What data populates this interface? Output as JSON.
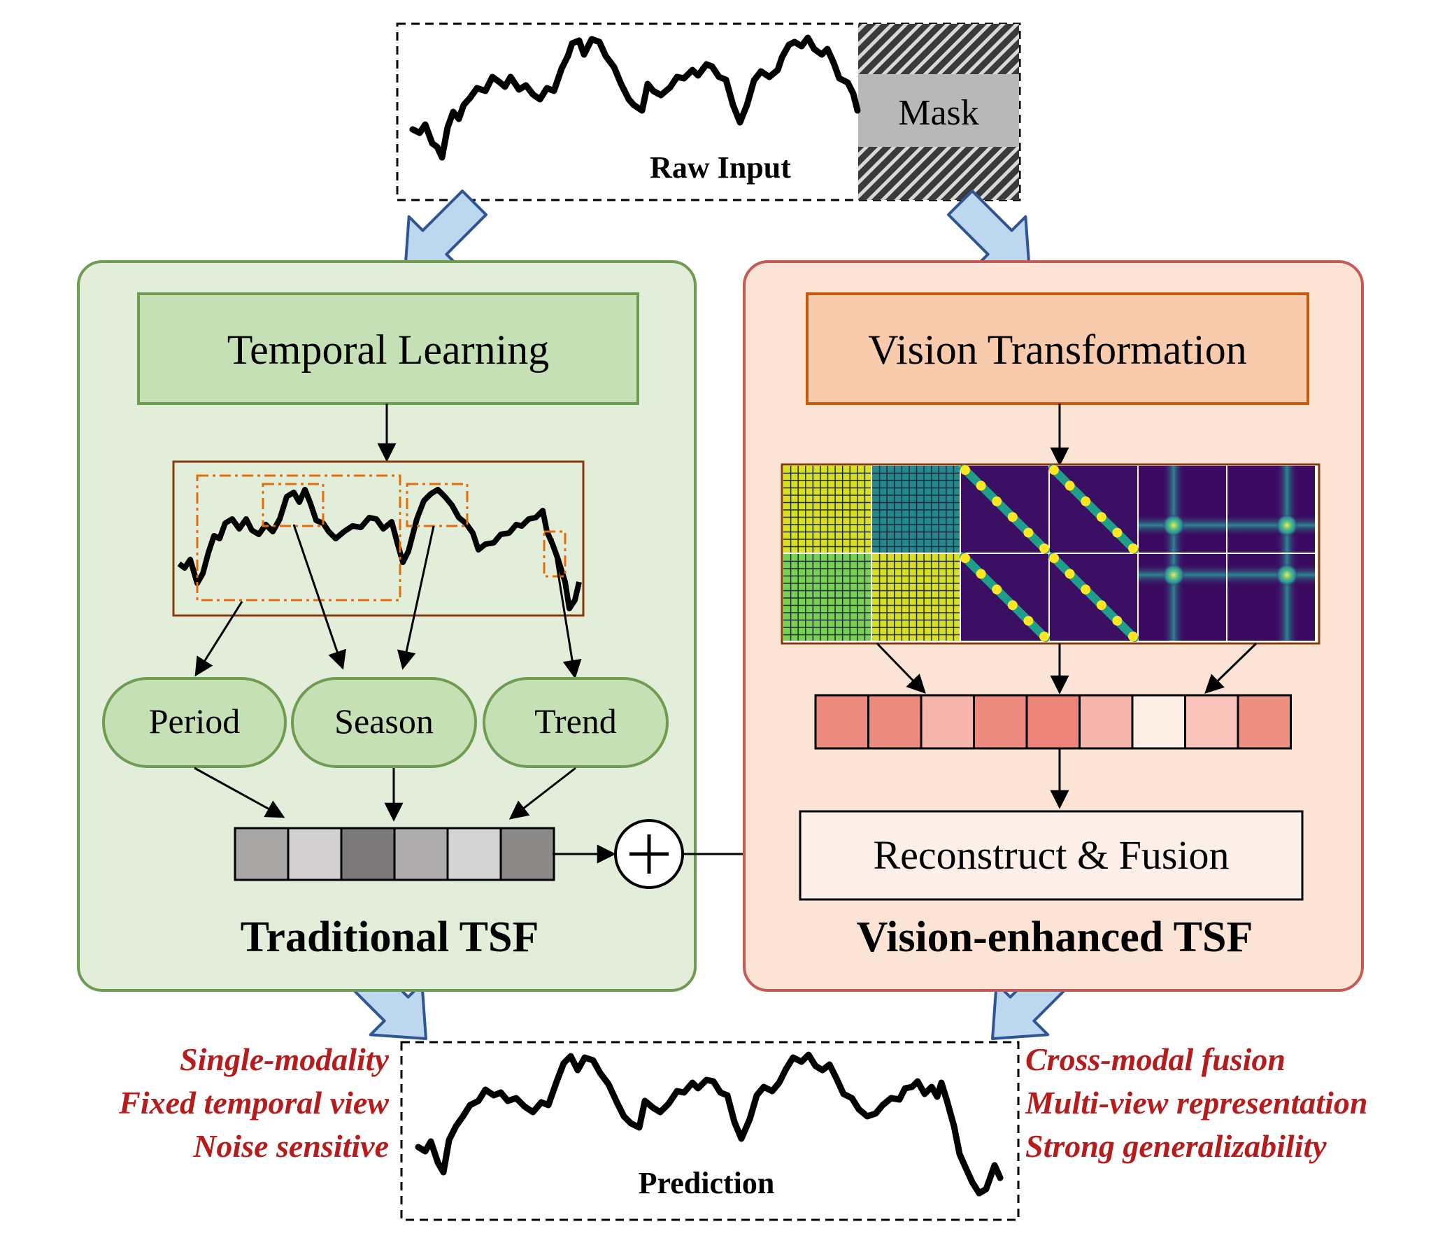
{
  "raw_input": {
    "label": "Raw Input",
    "mask_label": "Mask"
  },
  "traditional": {
    "stage_label": "Temporal Learning",
    "components": [
      "Period",
      "Season",
      "Trend"
    ],
    "title": "Traditional TSF",
    "feature_colors": [
      "#a9a6a6",
      "#d2d0d1",
      "#7c7a7b",
      "#aeacad",
      "#d5d4d4",
      "#8b8a89"
    ],
    "panel_color": "#e2eed9",
    "panel_border": "#6f9b52",
    "stage_color": "#c5e0b4"
  },
  "vision": {
    "stage_label": "Vision Transformation",
    "title": "Vision-enhanced TSF",
    "fusion_label": "Reconstruct & Fusion",
    "feature_colors": [
      "#ec8a80",
      "#ec8a80",
      "#f5b5ab",
      "#ec8a80",
      "#ec8479",
      "#f5b5ab",
      "#fdeee6",
      "#f8c4bb",
      "#ee8f84"
    ],
    "panel_color": "#fbe4d6",
    "panel_border": "#c55a57",
    "stage_color": "#f8cbad"
  },
  "prediction": {
    "label": "Prediction"
  },
  "limitations": [
    "Single-modality",
    "Fixed temporal view",
    "Noise sensitive"
  ],
  "advantages": [
    "Cross-modal fusion",
    "Multi-view representation",
    "Strong generalizability"
  ],
  "accent_text_color": "#b71c1c"
}
